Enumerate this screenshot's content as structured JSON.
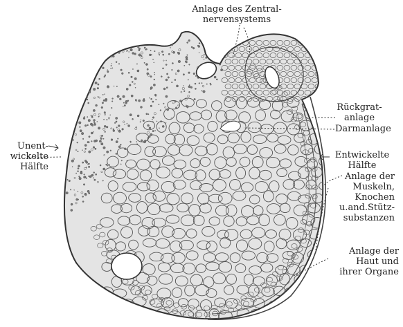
{
  "labels": {
    "nervous_system": [
      "Anlage des Zentral-",
      "nervensystems"
    ],
    "spine": [
      "Rückgrat-",
      "anlage"
    ],
    "gut": [
      "Darmanlage"
    ],
    "developed_half": [
      "Entwickelte",
      "Hälfte"
    ],
    "muscles": [
      "Anlage der",
      "Muskeln,",
      "Knochen",
      "u.and.Stütz-",
      "substanzen"
    ],
    "skin": [
      "Anlage der",
      "Haut und",
      "ihrer Organe"
    ],
    "undeveloped_half": [
      "Unent-",
      "wickelte",
      "Hälfte"
    ]
  },
  "colors": {
    "ink": "#222222",
    "tissue_fill": "#e4e4e4",
    "cell_stroke": "#555555"
  }
}
